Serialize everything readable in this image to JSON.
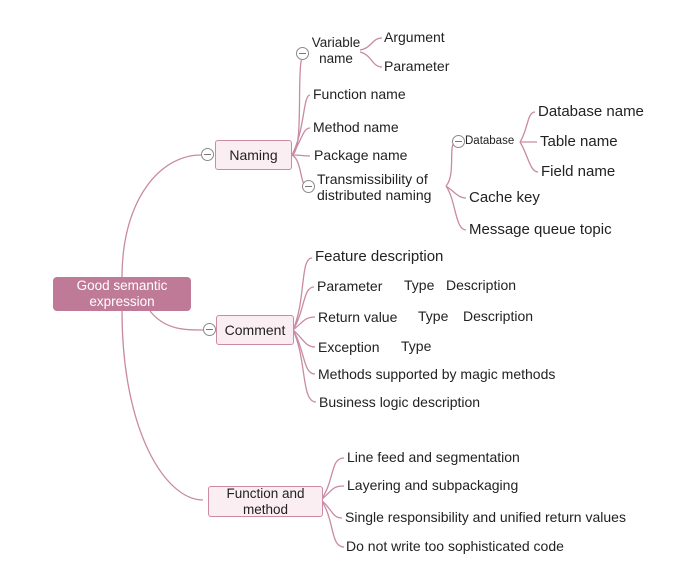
{
  "root": {
    "line1": "Good semantic",
    "line2": "expression"
  },
  "naming": {
    "label": "Naming",
    "variable": {
      "line1": "Variable",
      "line2": "name",
      "children": [
        "Argument",
        "Parameter"
      ]
    },
    "function_name": "Function name",
    "method_name": "Method name",
    "package_name": "Package name",
    "distributed": {
      "line1": "Transmissibility of",
      "line2": "distributed naming",
      "database": {
        "label": "Database",
        "children": [
          "Database name",
          "Table name",
          "Field name"
        ]
      },
      "cache_key": "Cache key",
      "mq_topic": "Message queue topic"
    }
  },
  "comment": {
    "label": "Comment",
    "feature": "Feature description",
    "parameter": {
      "label": "Parameter",
      "type": "Type",
      "desc": "Description"
    },
    "return_value": {
      "label": "Return value",
      "type": "Type",
      "desc": "Description"
    },
    "exception": {
      "label": "Exception",
      "type": "Type"
    },
    "magic": "Methods supported by magic methods",
    "business": "Business logic description"
  },
  "function_method": {
    "line1": "Function and",
    "line2": "method",
    "children": [
      "Line feed and segmentation",
      "Layering and subpackaging",
      "Single responsibility and unified return values",
      "Do not write too sophisticated code"
    ]
  },
  "colors": {
    "root_fill": "#bf7a97",
    "node_border": "#cc8aa5",
    "node_fill": "#fbeef3",
    "connector": "#c98aa3"
  }
}
